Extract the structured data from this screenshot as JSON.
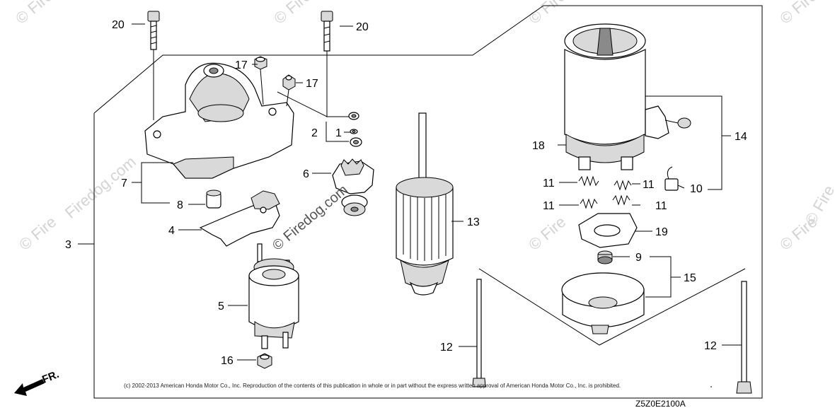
{
  "callouts": {
    "c1": "1",
    "c2": "2",
    "c3": "3",
    "c4": "4",
    "c5": "5",
    "c6": "6",
    "c7": "7",
    "c8": "8",
    "c9": "9",
    "c10": "10",
    "c11a": "11",
    "c11b": "11",
    "c11c": "11",
    "c11d": "11",
    "c12a": "12",
    "c12b": "12",
    "c13": "13",
    "c14": "14",
    "c15": "15",
    "c16": "16",
    "c17a": "17",
    "c17b": "17",
    "c18": "18",
    "c19": "19",
    "c20a": "20",
    "c20b": "20"
  },
  "copyright": "(c) 2002-2013 American Honda Motor Co., Inc. Reproduction of the contents of this publication in whole or in part without the express written approval of American Honda Motor Co., Inc. is prohibited.",
  "diagram_code": "Z5Z0E2100A",
  "direction_label": "FR.",
  "watermarks": {
    "center": "© Firedog.com",
    "tl": "© Fire",
    "t1": "© Fire",
    "t2": "© Fire",
    "tr": "© Fire",
    "ml": "© Fire",
    "mc": "© Fire",
    "mr": "© Fire",
    "rl": "© Fire",
    "side": "Firedog.com"
  }
}
